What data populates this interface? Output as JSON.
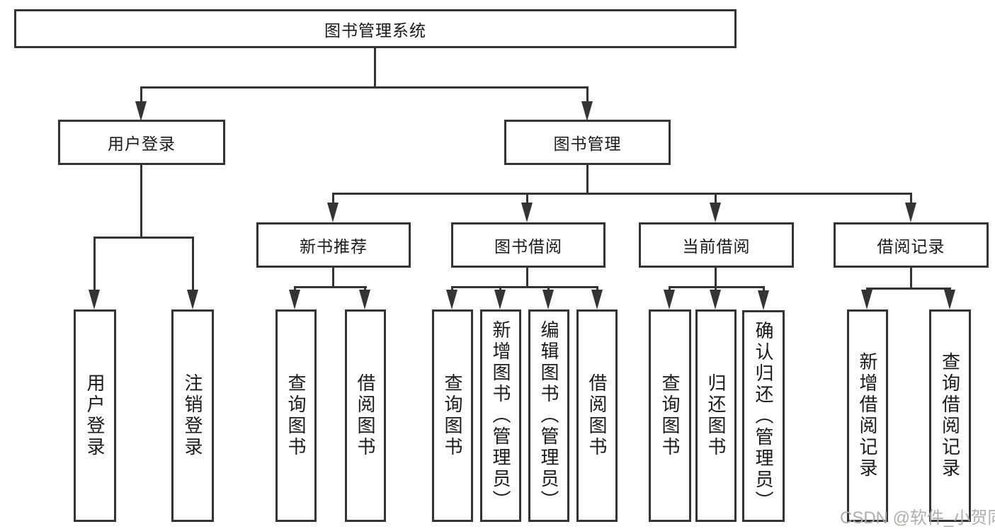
{
  "diagram": {
    "type": "hierarchy-tree",
    "colors": {
      "line": "#343434",
      "box_border": "#343434",
      "box_fill": "#ffffff",
      "text": "#1a1a1a",
      "background": "#ffffff",
      "watermark": "#adaaa7"
    },
    "nodes": {
      "root": "图书管理系统",
      "user_login": "用户登录",
      "book_mgmt": "图书管理",
      "new_rec": "新书推荐",
      "book_borrow": "图书借阅",
      "current_borrow": "当前借阅",
      "borrow_records": "借阅记录",
      "leaf_login": "用户登录",
      "leaf_logout": "注销登录",
      "leaf_rec_query": "查询图书",
      "leaf_rec_borrow": "借阅图书",
      "leaf_bor_query": "查询图书",
      "leaf_bor_add": "新增图书（管理员）",
      "leaf_bor_edit": "编辑图书（管理员）",
      "leaf_bor_borrow": "借阅图书",
      "leaf_cur_query": "查询图书",
      "leaf_cur_return": "归还图书",
      "leaf_cur_confirm": "确认归还（管理员）",
      "leaf_recd_add": "新增借阅记录",
      "leaf_recd_query": "查询借阅记录"
    },
    "edges": [
      {
        "from": "root",
        "to": [
          "user_login",
          "book_mgmt"
        ]
      },
      {
        "from": "user_login",
        "to": [
          "leaf_login",
          "leaf_logout"
        ]
      },
      {
        "from": "book_mgmt",
        "to": [
          "new_rec",
          "book_borrow",
          "current_borrow",
          "borrow_records"
        ]
      },
      {
        "from": "new_rec",
        "to": [
          "leaf_rec_query",
          "leaf_rec_borrow"
        ]
      },
      {
        "from": "book_borrow",
        "to": [
          "leaf_bor_query",
          "leaf_bor_add",
          "leaf_bor_edit",
          "leaf_bor_borrow"
        ]
      },
      {
        "from": "current_borrow",
        "to": [
          "leaf_cur_query",
          "leaf_cur_return",
          "leaf_cur_confirm"
        ]
      },
      {
        "from": "borrow_records",
        "to": [
          "leaf_recd_add",
          "leaf_recd_query"
        ]
      }
    ],
    "watermark": "CSDN @软件_小贺同学"
  }
}
